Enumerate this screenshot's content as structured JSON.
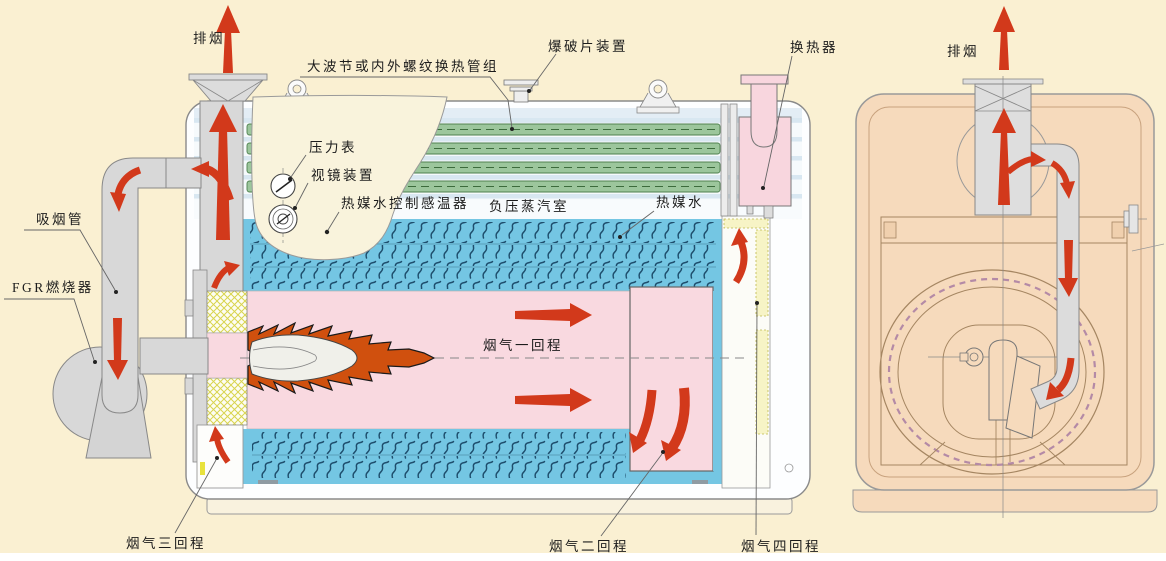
{
  "diagram": {
    "type": "boiler-structure-cross-section",
    "labels": {
      "exhaust_left": "排烟",
      "tube_group": "大波节或内外螺纹换热管组",
      "rupture_disc": "爆破片装置",
      "heat_exchanger": "换热器",
      "exhaust_right": "排烟",
      "smoke_suction_pipe": "吸烟管",
      "fgr_burner": "FGR燃烧器",
      "pressure_gauge": "压力表",
      "sight_glass": "视镜装置",
      "temp_sensor": "热媒水控制感温器",
      "vacuum_steam_chamber": "负压蒸汽室",
      "heat_medium_water": "热媒水",
      "flue_pass_1": "烟气一回程",
      "flue_pass_2": "烟气二回程",
      "flue_pass_3": "烟气三回程",
      "flue_pass_4": "烟气四回程"
    },
    "colors": {
      "background": "#faf0d2",
      "arrow_red": "#d2391b",
      "water_blue": "#74c6e3",
      "furnace_pink": "#f9d9e0",
      "tube_green": "#9cc69c",
      "end_view_peach": "#f6dabc",
      "pipe_gray": "#d8d8d8",
      "insulation_yellow": "#f7f4c6",
      "flame_orange": "#d0500e"
    }
  }
}
